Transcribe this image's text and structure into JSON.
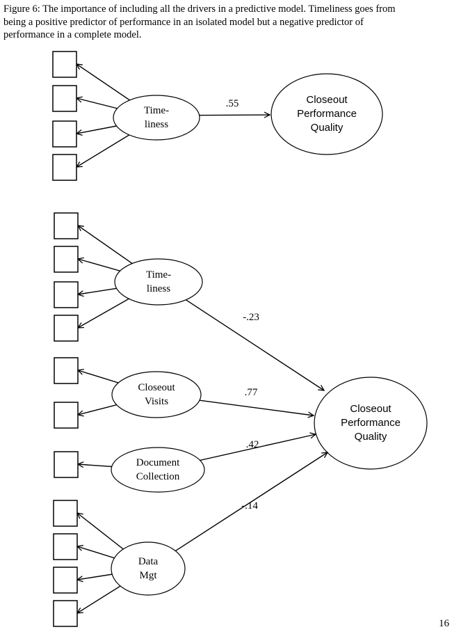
{
  "caption": {
    "lines": [
      "Figure 6: The importance of including all the drivers in a predictive model. Timeliness goes from",
      "being a positive predictor of performance in an isolated model but a negative predictor of",
      "performance in a complete model."
    ]
  },
  "diagram_top": {
    "latent": {
      "label": "Time-\nliness",
      "indicator_count": 4
    },
    "outcome": {
      "label": "Closeout\nPerformance\nQuality"
    },
    "path": {
      "coefficient": ".55"
    }
  },
  "diagram_bottom": {
    "latents": [
      {
        "label": "Time-\nliness",
        "indicator_count": 4,
        "coefficient": "-.23"
      },
      {
        "label": "Closeout\nVisits",
        "indicator_count": 2,
        "coefficient": ".77"
      },
      {
        "label": "Document\nCollection",
        "indicator_count": 1,
        "coefficient": ".42"
      },
      {
        "label": "Data\nMgt",
        "indicator_count": 4,
        "coefficient": "-.14"
      }
    ],
    "outcome": {
      "label": "Closeout\nPerformance\nQuality"
    }
  },
  "page_number": "16",
  "colors": {
    "stroke": "#000000",
    "text": "#000000",
    "background": "#ffffff"
  }
}
